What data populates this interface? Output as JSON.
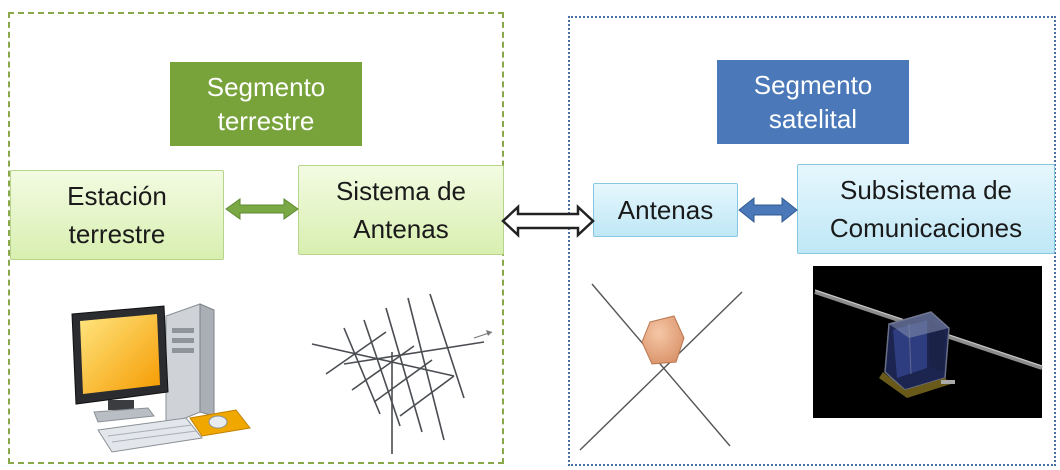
{
  "ground_segment": {
    "title_lines": [
      "Segmento",
      "terrestre"
    ],
    "frame_color": "#8aa84a",
    "title_color": "#77a33a",
    "nodes": {
      "station": [
        "Estación",
        "terrestre"
      ],
      "antenna_system": [
        "Sistema de",
        "Antenas"
      ]
    },
    "icons": [
      "desktop-computer-icon",
      "yagi-antenna-icon"
    ]
  },
  "space_segment": {
    "title_lines": [
      "Segmento",
      "satelital"
    ],
    "frame_color": "#4a6fa5",
    "title_color": "#4a78b8",
    "nodes": {
      "antennas": [
        "Antenas"
      ],
      "comms_subsystem": [
        "Subsistema de",
        "Comunicaciones"
      ]
    },
    "icons": [
      "cross-dipole-antenna-icon",
      "satellite-photo"
    ]
  },
  "connectors": [
    {
      "from": "station",
      "to": "antenna_system",
      "style": "green-double-arrow",
      "color": "#7aa845"
    },
    {
      "from": "antenna_system",
      "to": "antennas",
      "style": "outline-double-arrow",
      "color": "#222222"
    },
    {
      "from": "antennas",
      "to": "comms_subsystem",
      "style": "blue-double-arrow",
      "color": "#4a78b8"
    }
  ]
}
